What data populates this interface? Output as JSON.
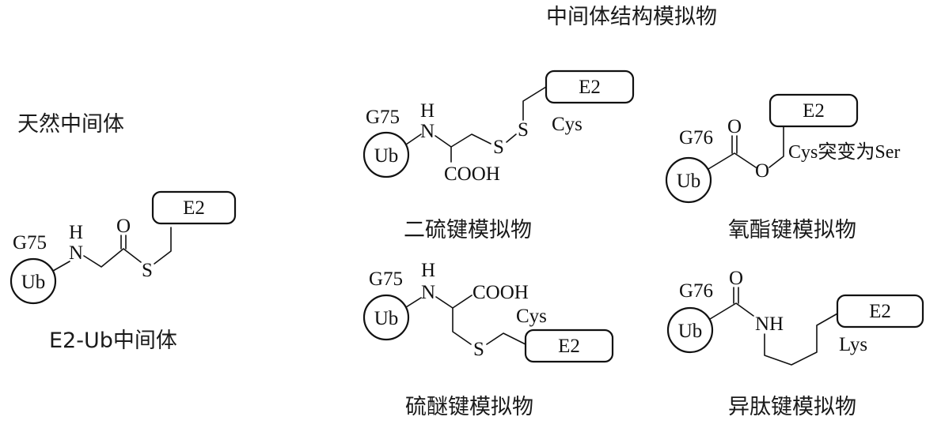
{
  "title": "中间体结构模拟物",
  "natural_label": "天然中间体",
  "panels": {
    "native": {
      "caption": "E2-Ub中间体",
      "residue": "G75",
      "ub": "Ub",
      "e2": "E2",
      "n": "N",
      "h": "H",
      "o": "O",
      "s": "S"
    },
    "disulfide": {
      "caption": "二硫键模拟物",
      "residue": "G75",
      "ub": "Ub",
      "e2": "E2",
      "n": "N",
      "h": "H",
      "cooh": "COOH",
      "s1": "S",
      "s2": "S",
      "cys": "Cys"
    },
    "oxyester": {
      "caption": "氧酯键模拟物",
      "residue": "G76",
      "ub": "Ub",
      "e2": "E2",
      "o_carbonyl": "O",
      "o_ester": "O",
      "mutation": "Cys突变为Ser"
    },
    "thioether": {
      "caption": "硫醚键模拟物",
      "residue": "G75",
      "ub": "Ub",
      "e2": "E2",
      "n": "N",
      "h": "H",
      "cooh": "COOH",
      "cys": "Cys",
      "s": "S"
    },
    "isopeptide": {
      "caption": "异肽键模拟物",
      "residue": "G76",
      "ub": "Ub",
      "e2": "E2",
      "o": "O",
      "nh": "NH",
      "lys": "Lys"
    }
  }
}
